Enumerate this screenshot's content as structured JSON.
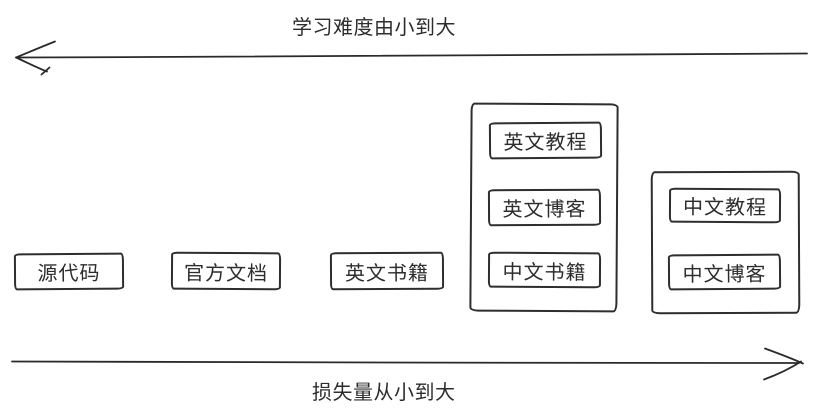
{
  "diagram": {
    "title_axis_top": {
      "label": "学习难度由小到大",
      "direction": "left"
    },
    "title_axis_bottom": {
      "label": "损失量从小到大",
      "direction": "right"
    },
    "standalone_boxes": [
      {
        "label": "源代码"
      },
      {
        "label": "官方文档"
      },
      {
        "label": "英文书籍"
      }
    ],
    "groups": [
      {
        "name": "english-resources-group",
        "items": [
          {
            "label": "英文教程"
          },
          {
            "label": "英文博客"
          },
          {
            "label": "中文书籍"
          }
        ]
      },
      {
        "name": "chinese-resources-group",
        "items": [
          {
            "label": "中文教程"
          },
          {
            "label": "中文博客"
          }
        ]
      }
    ],
    "colors": {
      "ink": "#2d2d2d",
      "background": "#ffffff"
    }
  }
}
